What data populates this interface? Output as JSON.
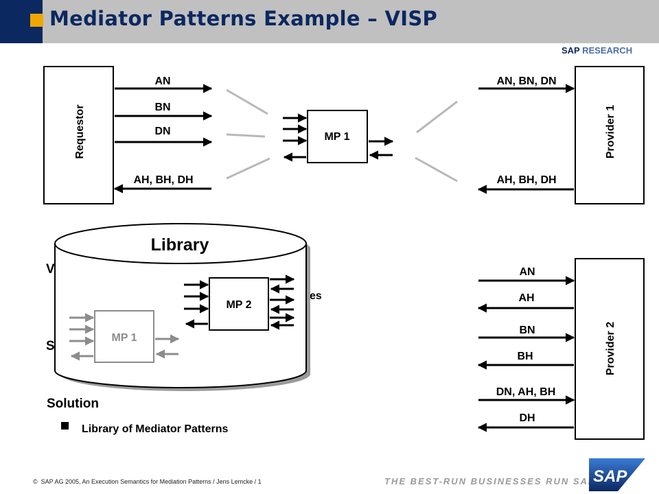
{
  "title": "Mediator Patterns Example – VISP",
  "brand": {
    "research_bold": "SAP",
    "research_light": "RESEARCH",
    "tagline": "THE BEST-RUN BUSINESSES RUN SAP",
    "logo_text": "SAP"
  },
  "requestor": {
    "label": "Requestor",
    "out_labels": [
      "AN",
      "BN",
      "DN"
    ],
    "in_label": "AH, BH, DH"
  },
  "mp1": {
    "label": "MP 1"
  },
  "provider1": {
    "label": "Provider 1",
    "in_label": "AN, BN, DN",
    "out_label": "AH, BH, DH"
  },
  "library": {
    "label": "Library",
    "mp1_label": "MP 1",
    "mp2_label": "MP 2"
  },
  "hidden_fragments": {
    "v": "V",
    "s": "S",
    "rties": "rties"
  },
  "solution": {
    "heading": "Solution",
    "bullet": "Library of Mediator Patterns"
  },
  "provider2": {
    "label": "Provider 2",
    "messages": [
      "AN",
      "AH",
      "BN",
      "BH",
      "DN, AH, BH",
      "DH"
    ]
  },
  "footer": {
    "copyright": "©",
    "text": "SAP AG 2005, An Execution Semantics for Mediation Patterns / Jens Lemcke / 1"
  },
  "colors": {
    "navy": "#0b2860",
    "accent": "#f0a800",
    "title_bar": "#c0c0c0",
    "library_shadow": "#9a9a9a"
  }
}
